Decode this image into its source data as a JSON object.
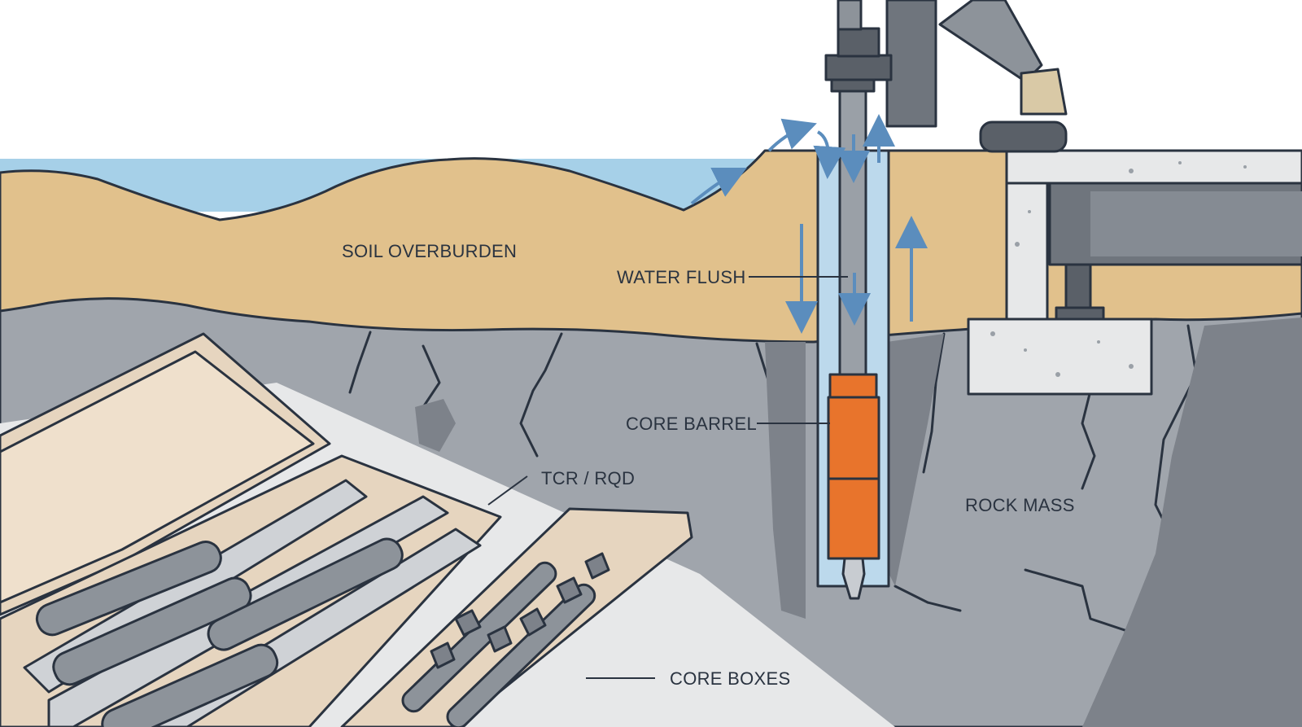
{
  "labels": {
    "soil": "SOIL OVERBURDEN",
    "water": "WATER FLUSH",
    "barrel": "CORE BARREL",
    "tcr": "TCR / RQD",
    "rock": "ROCK MASS",
    "boxes": "CORE BOXES"
  },
  "colors": {
    "sky_water": "#a6d0e8",
    "soil": "#e1c18c",
    "rock": "#a0a5ac",
    "rock_dark": "#7d828a",
    "ink": "#2a3340",
    "barrel": "#e8742c",
    "flow_arrow": "#5b8dbd",
    "box_wood": "#e6d5bf",
    "concrete": "#e7e8e9",
    "steel": "#6f757d"
  }
}
